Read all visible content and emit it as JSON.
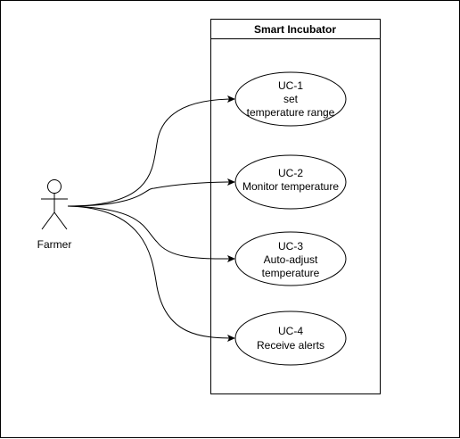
{
  "system": {
    "title": "Smart Incubator"
  },
  "actor": {
    "name": "Farmer"
  },
  "use_cases": [
    {
      "id": "UC-1",
      "lines": [
        "UC-1",
        "set",
        "temperature range"
      ]
    },
    {
      "id": "UC-2",
      "lines": [
        "UC-2",
        "Monitor temperature"
      ]
    },
    {
      "id": "UC-3",
      "lines": [
        "UC-3",
        "Auto-adjust",
        "temperature"
      ]
    },
    {
      "id": "UC-4",
      "lines": [
        "UC-4",
        "Receive alerts"
      ]
    }
  ]
}
